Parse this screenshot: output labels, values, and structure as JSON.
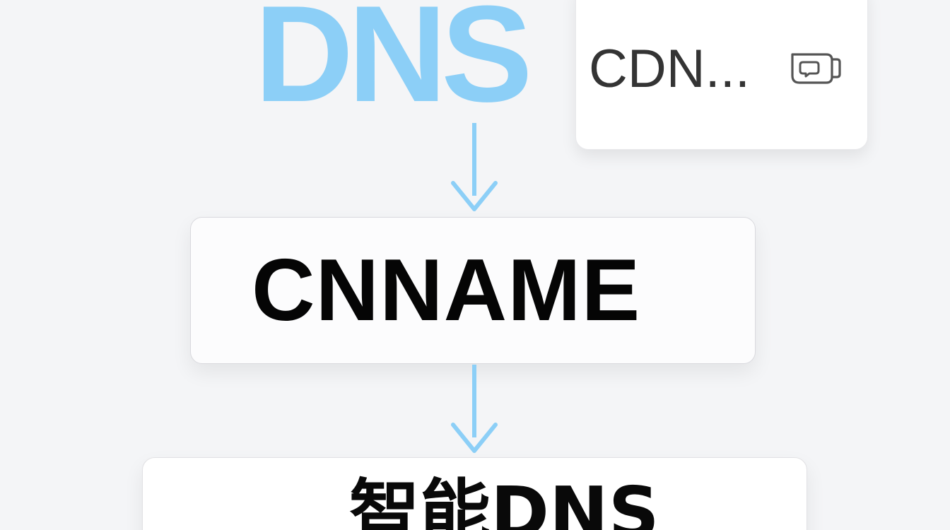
{
  "diagram": {
    "dns_label": "DNS",
    "cdn_label": "CDN...",
    "cname_label": "CNNAME",
    "smart_dns_label": "智能DNS",
    "icon_names": [
      "chat-bubble-icon",
      "down-arrow-icon",
      "down-arrow-icon"
    ],
    "colors": {
      "accent_blue": "#8ccff7",
      "text_dark": "#050505",
      "card_background": "#ffffff",
      "page_background": "#f4f5f7"
    }
  }
}
